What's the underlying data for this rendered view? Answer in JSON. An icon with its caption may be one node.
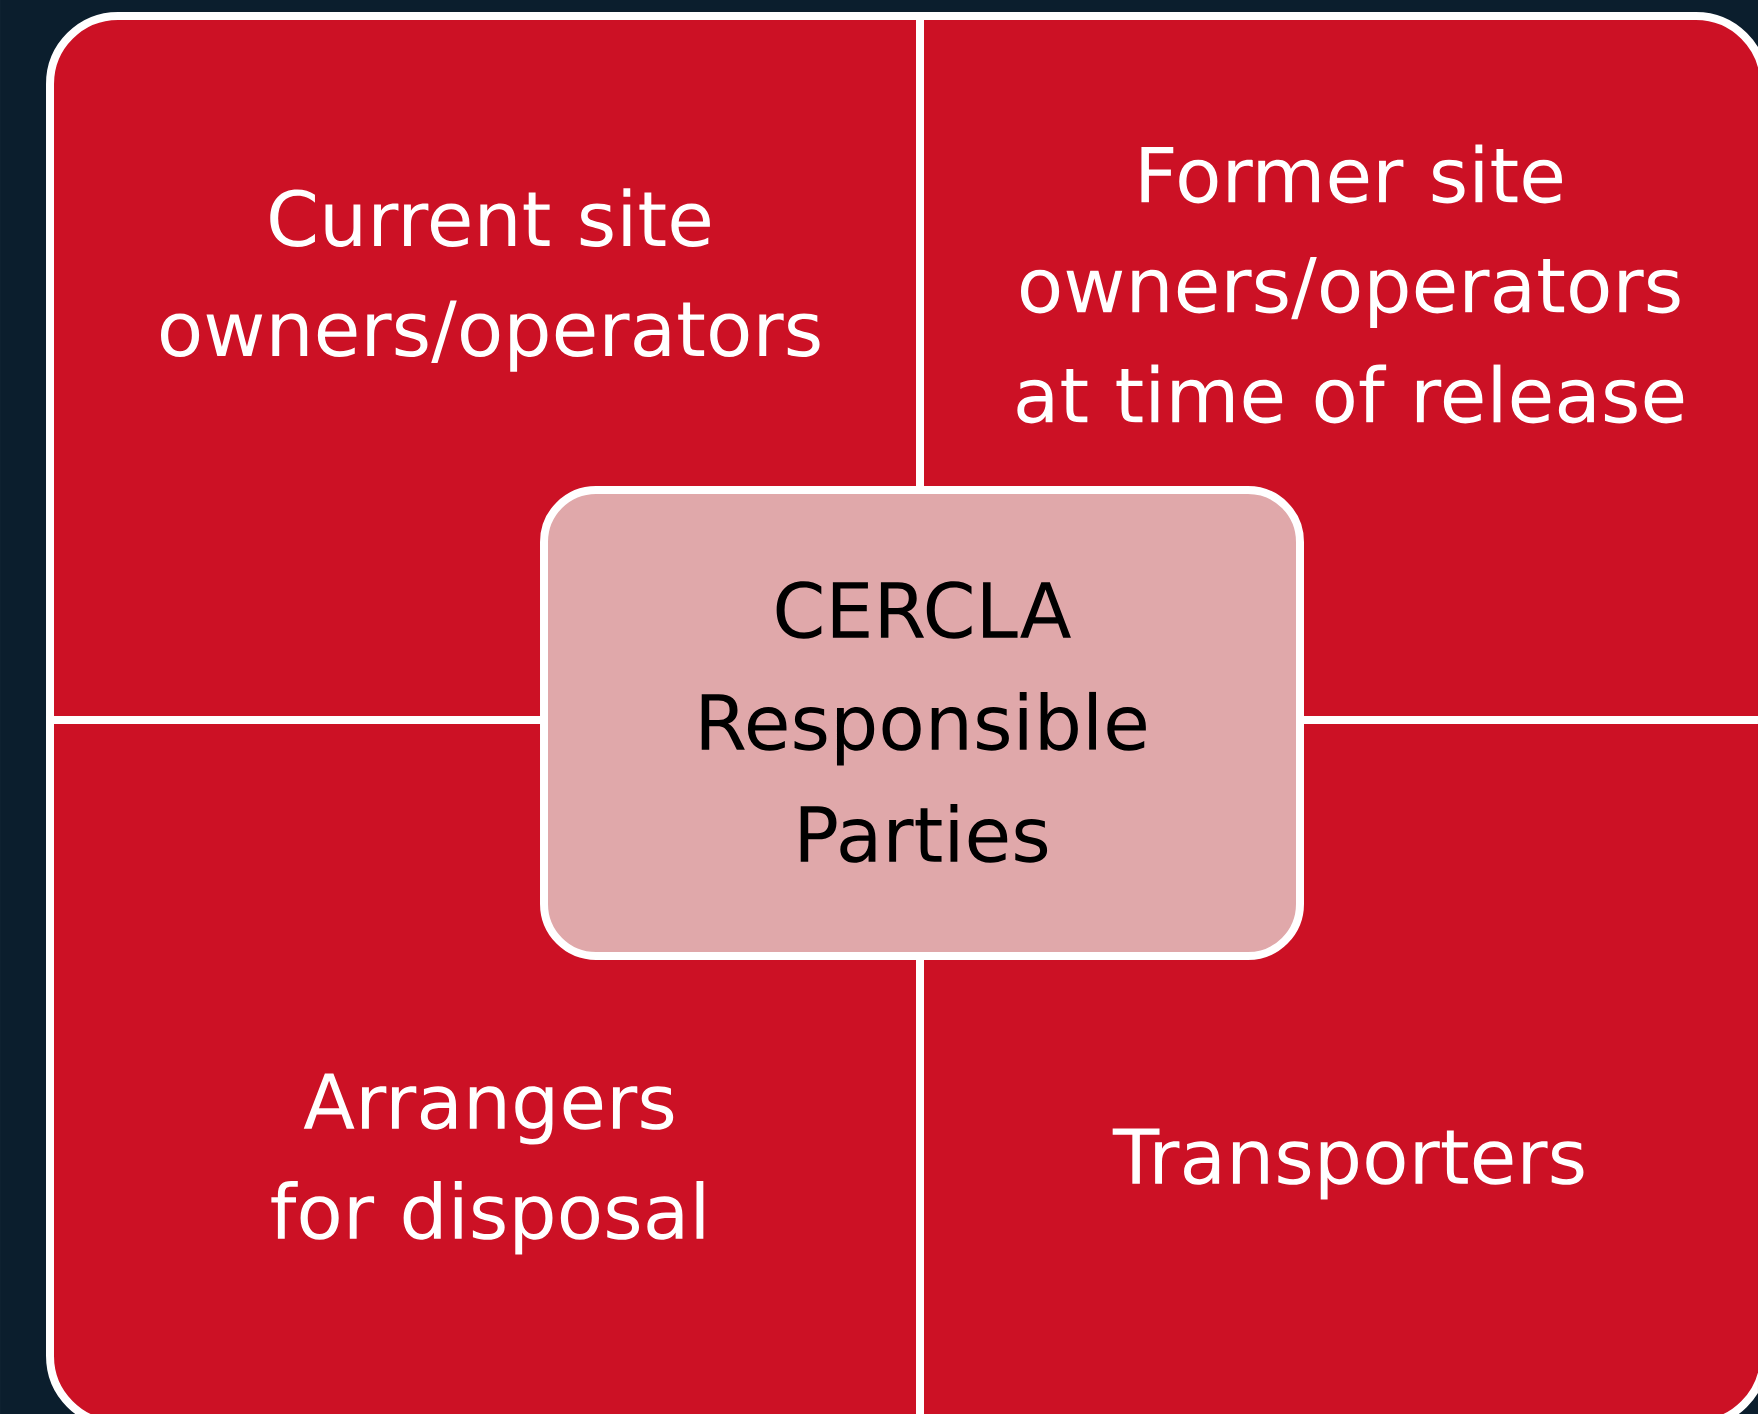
{
  "diagram": {
    "nodes": [
      {
        "text": [
          "Current site owners/operators"
        ]
      },
      {
        "text": [
          "Former site owners/operators at time of release"
        ]
      },
      {
        "text": [
          "Arrangers for disposal"
        ]
      },
      {
        "text": [
          "Transporters"
        ]
      },
      {
        "text": [
          "CERCLA Responsible Parties"
        ]
      }
    ]
  }
}
